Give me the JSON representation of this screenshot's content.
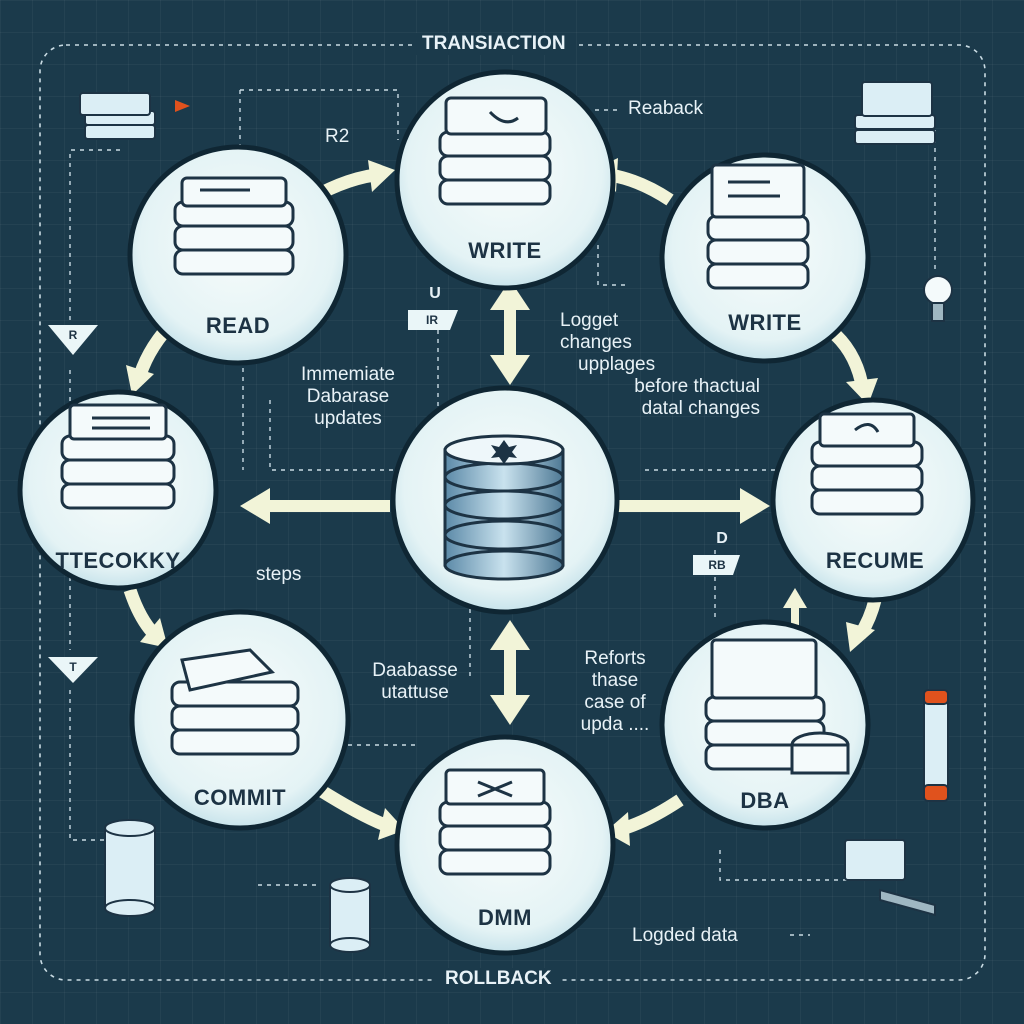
{
  "frame": {
    "top_title": "TRANSIACTION",
    "bottom_title": "ROLLBACK"
  },
  "nodes": {
    "write_top": "WRITE",
    "read": "READ",
    "write_right": "WRITE",
    "left": "TTECOKKY",
    "center": "",
    "recume": "RECUME",
    "commit": "COMMIT",
    "dba": "DBA",
    "dmm": "DMM"
  },
  "texts": {
    "r2": "R2",
    "readback": "Reaback",
    "immediate": [
      "Immemiate",
      "Dabarase",
      "updates"
    ],
    "logged_changes": [
      "Logget",
      "changes",
      "upplages",
      "before thactual",
      "datal changes"
    ],
    "steps": "steps",
    "database_status": [
      "Daabasse",
      "utattuse"
    ],
    "reforts": [
      "Reforts",
      "thase",
      "case of",
      "upda ...."
    ],
    "logged_data": "Logded data"
  },
  "tags": {
    "u": "U",
    "ir": "IR",
    "d": "D",
    "rb": "RB",
    "r": "R",
    "t": "T"
  },
  "colors": {
    "background": "#1b3a4b",
    "node_fill": "#eaf6f8",
    "node_border": "#0f2633",
    "arrow": "#f2f4d8",
    "accent_orange": "#e0521d",
    "dashed_line": "#c9dbe3"
  }
}
